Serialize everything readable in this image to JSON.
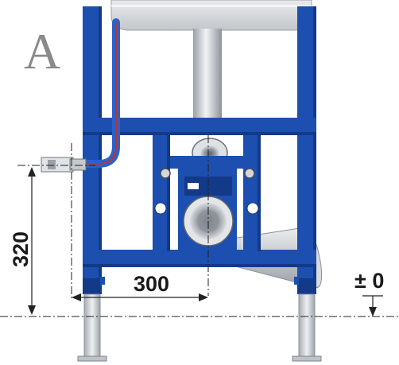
{
  "figure": {
    "panel_letter": "A",
    "dimensions": {
      "height": "320",
      "horizontal": "300",
      "level": "± 0"
    }
  },
  "colors": {
    "frame_blue": "#1c4fb0",
    "frame_blue_dark": "#123a88",
    "pipe_gray": "#c9ccd1",
    "leg_gray": "#d2d5da",
    "dimension_line": "#222222",
    "red_accent": "#c4302a"
  }
}
